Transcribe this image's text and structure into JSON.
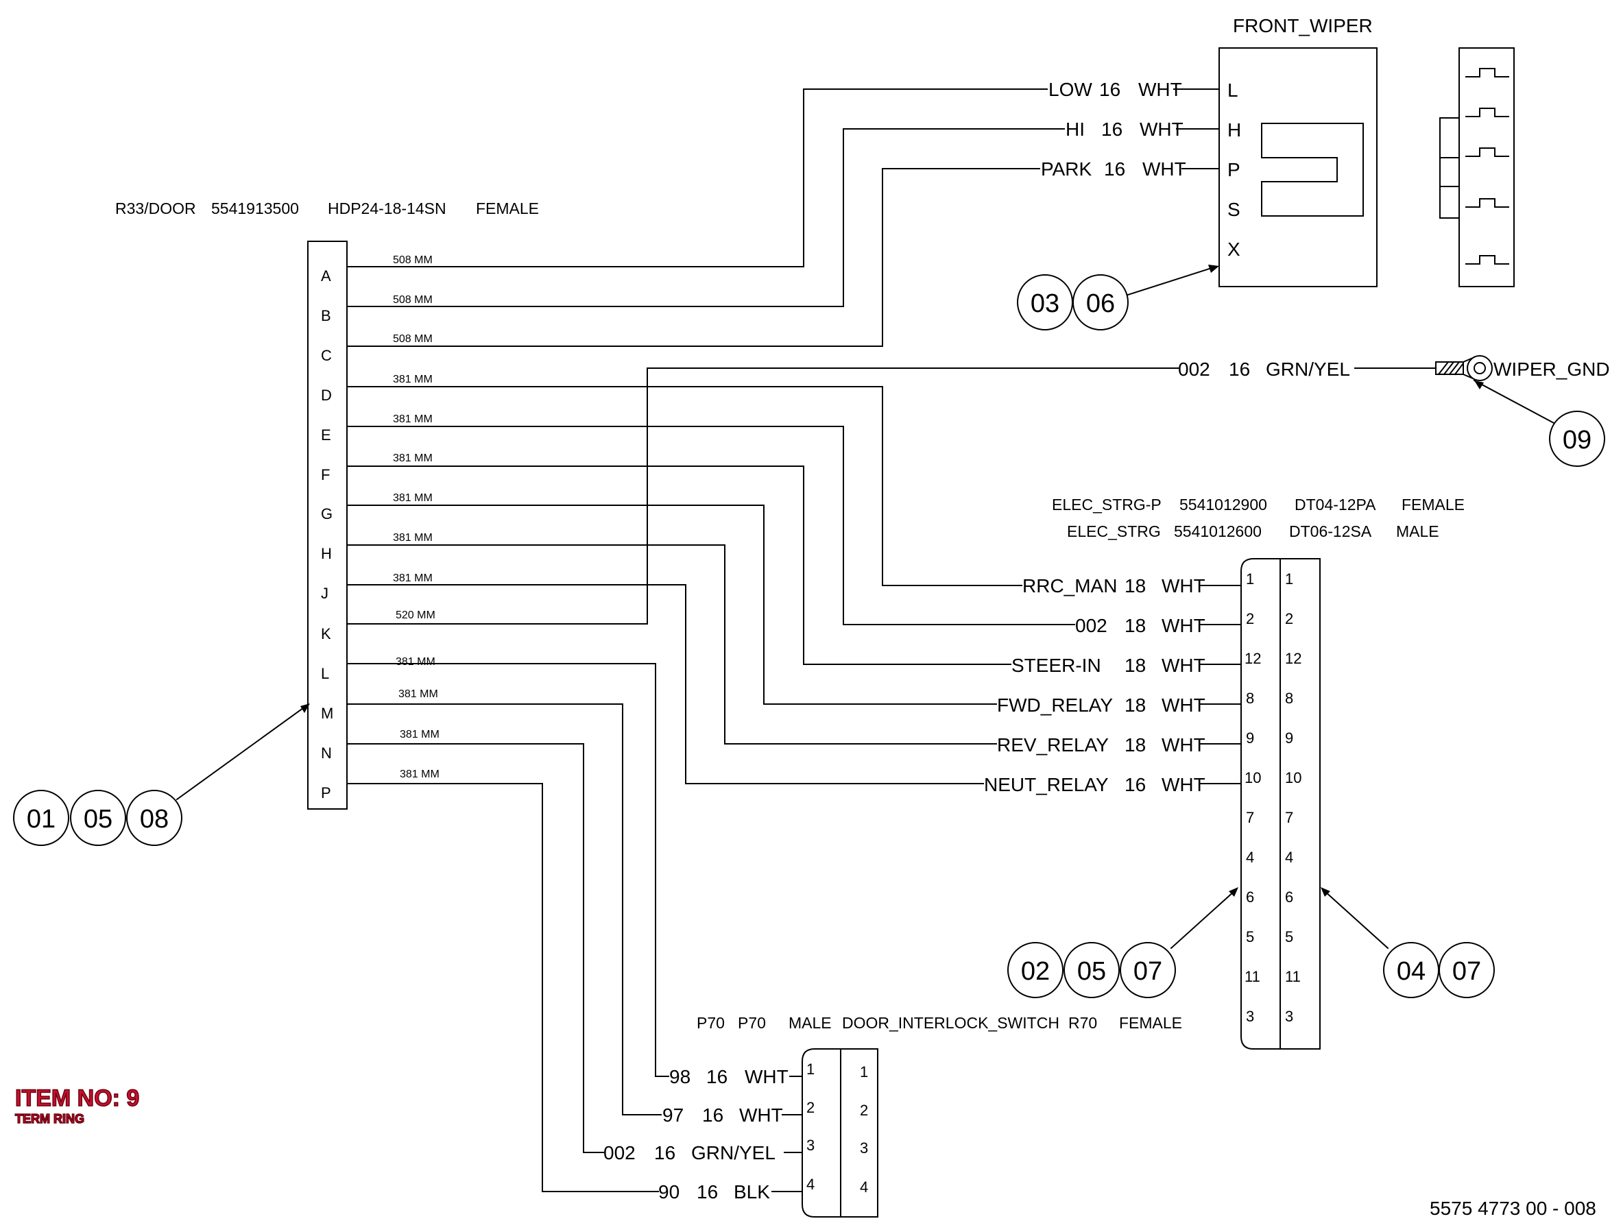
{
  "door_connector": {
    "header": {
      "name": "R33/DOOR",
      "part": "5541913500",
      "model": "HDP24-18-14SN",
      "gender": "FEMALE"
    },
    "pins": [
      "A",
      "B",
      "C",
      "D",
      "E",
      "F",
      "G",
      "H",
      "J",
      "K",
      "L",
      "M",
      "N",
      "P"
    ],
    "lengths": [
      "508 MM",
      "508 MM",
      "508 MM",
      "381 MM",
      "381 MM",
      "381 MM",
      "381 MM",
      "381 MM",
      "381 MM",
      "520 MM",
      "381 MM",
      "381 MM",
      "381 MM",
      "381 MM"
    ],
    "callouts": [
      "01",
      "05",
      "08"
    ]
  },
  "front_wiper": {
    "title": "FRONT_WIPER",
    "pins": [
      "L",
      "H",
      "P",
      "S",
      "X"
    ],
    "wires": [
      {
        "signal": "LOW",
        "gauge": "16",
        "color": "WHT"
      },
      {
        "signal": "HI",
        "gauge": "16",
        "color": "WHT"
      },
      {
        "signal": "PARK",
        "gauge": "16",
        "color": "WHT"
      }
    ],
    "callouts": [
      "03",
      "06"
    ]
  },
  "wiper_gnd": {
    "signal": "002",
    "gauge": "16",
    "color": "GRN/YEL",
    "label": "WIPER_GND",
    "callouts": [
      "09"
    ]
  },
  "elec_strg": {
    "header1": {
      "name": "ELEC_STRG-P",
      "part": "5541012900",
      "model": "DT04-12PA",
      "gender": "FEMALE"
    },
    "header2": {
      "name": "ELEC_STRG",
      "part": "5541012600",
      "model": "DT06-12SA",
      "gender": "MALE"
    },
    "pins": [
      "1",
      "2",
      "12",
      "8",
      "9",
      "10",
      "7",
      "4",
      "6",
      "5",
      "11",
      "3"
    ],
    "wires": [
      {
        "signal": "RRC_MAN",
        "gauge": "18",
        "color": "WHT"
      },
      {
        "signal": "002",
        "gauge": "18",
        "color": "WHT"
      },
      {
        "signal": "STEER-IN",
        "gauge": "18",
        "color": "WHT"
      },
      {
        "signal": "FWD_RELAY",
        "gauge": "18",
        "color": "WHT"
      },
      {
        "signal": "REV_RELAY",
        "gauge": "18",
        "color": "WHT"
      },
      {
        "signal": "NEUT_RELAY",
        "gauge": "16",
        "color": "WHT"
      }
    ],
    "callouts_left": [
      "02",
      "05",
      "07"
    ],
    "callouts_right": [
      "04",
      "07"
    ]
  },
  "door_interlock": {
    "header": {
      "a": "P70",
      "b": "P70",
      "c": "MALE",
      "d": "DOOR_INTERLOCK_SWITCH",
      "e": "R70",
      "f": "FEMALE"
    },
    "pins": [
      "1",
      "2",
      "3",
      "4"
    ],
    "wires": [
      {
        "signal": "98",
        "gauge": "16",
        "color": "WHT"
      },
      {
        "signal": "97",
        "gauge": "16",
        "color": "WHT"
      },
      {
        "signal": "002",
        "gauge": "16",
        "color": "GRN/YEL"
      },
      {
        "signal": "90",
        "gauge": "16",
        "color": "BLK"
      }
    ]
  },
  "item": {
    "title": "ITEM NO: 9",
    "subtitle": "TERM RING"
  },
  "drawing_number": "5575 4773 00 - 008"
}
